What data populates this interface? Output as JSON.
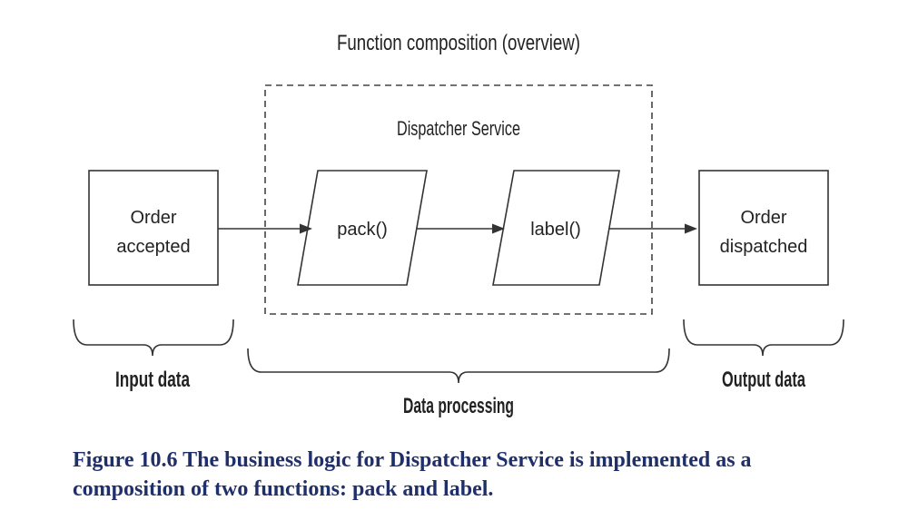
{
  "diagram": {
    "title": "Function composition (overview)",
    "group_label": "Dispatcher Service",
    "nodes": {
      "input": {
        "line1": "Order",
        "line2": "accepted"
      },
      "pack": {
        "label": "pack()"
      },
      "label": {
        "label": "label()"
      },
      "output": {
        "line1": "Order",
        "line2": "dispatched"
      }
    },
    "braces": {
      "input": "Input data",
      "processing": "Data processing",
      "output": "Output data"
    }
  },
  "caption": "Figure 10.6 The business logic for Dispatcher Service is implemented as a composition of two functions: pack and label."
}
